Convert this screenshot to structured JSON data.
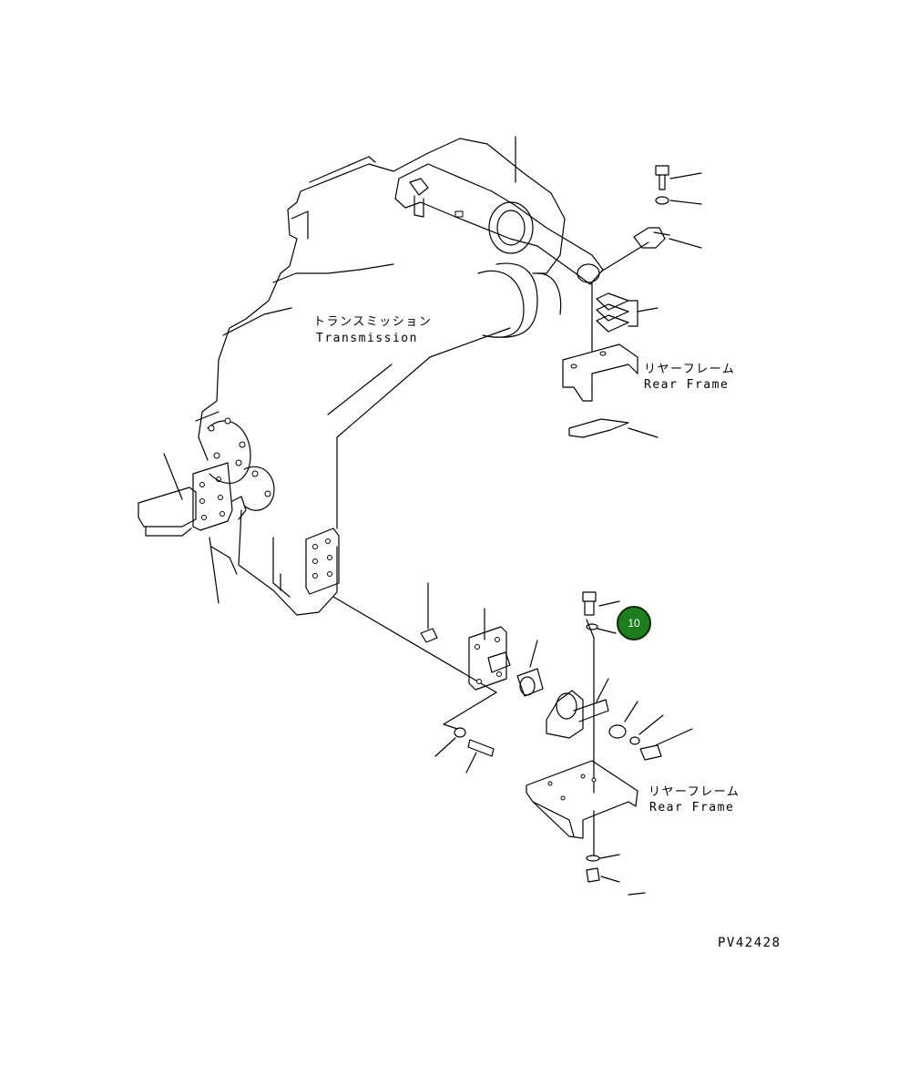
{
  "labels": {
    "transmission_jp": "トランスミッション",
    "transmission_en": "Transmission",
    "rear_frame_upper_jp": "リヤーフレーム",
    "rear_frame_upper_en": "Rear Frame",
    "rear_frame_lower_jp": "リヤーフレーム",
    "rear_frame_lower_en": "Rear Frame",
    "drawing_code": "PV42428"
  },
  "callouts": [
    {
      "number": "10",
      "color": "#1e7d1e"
    }
  ]
}
